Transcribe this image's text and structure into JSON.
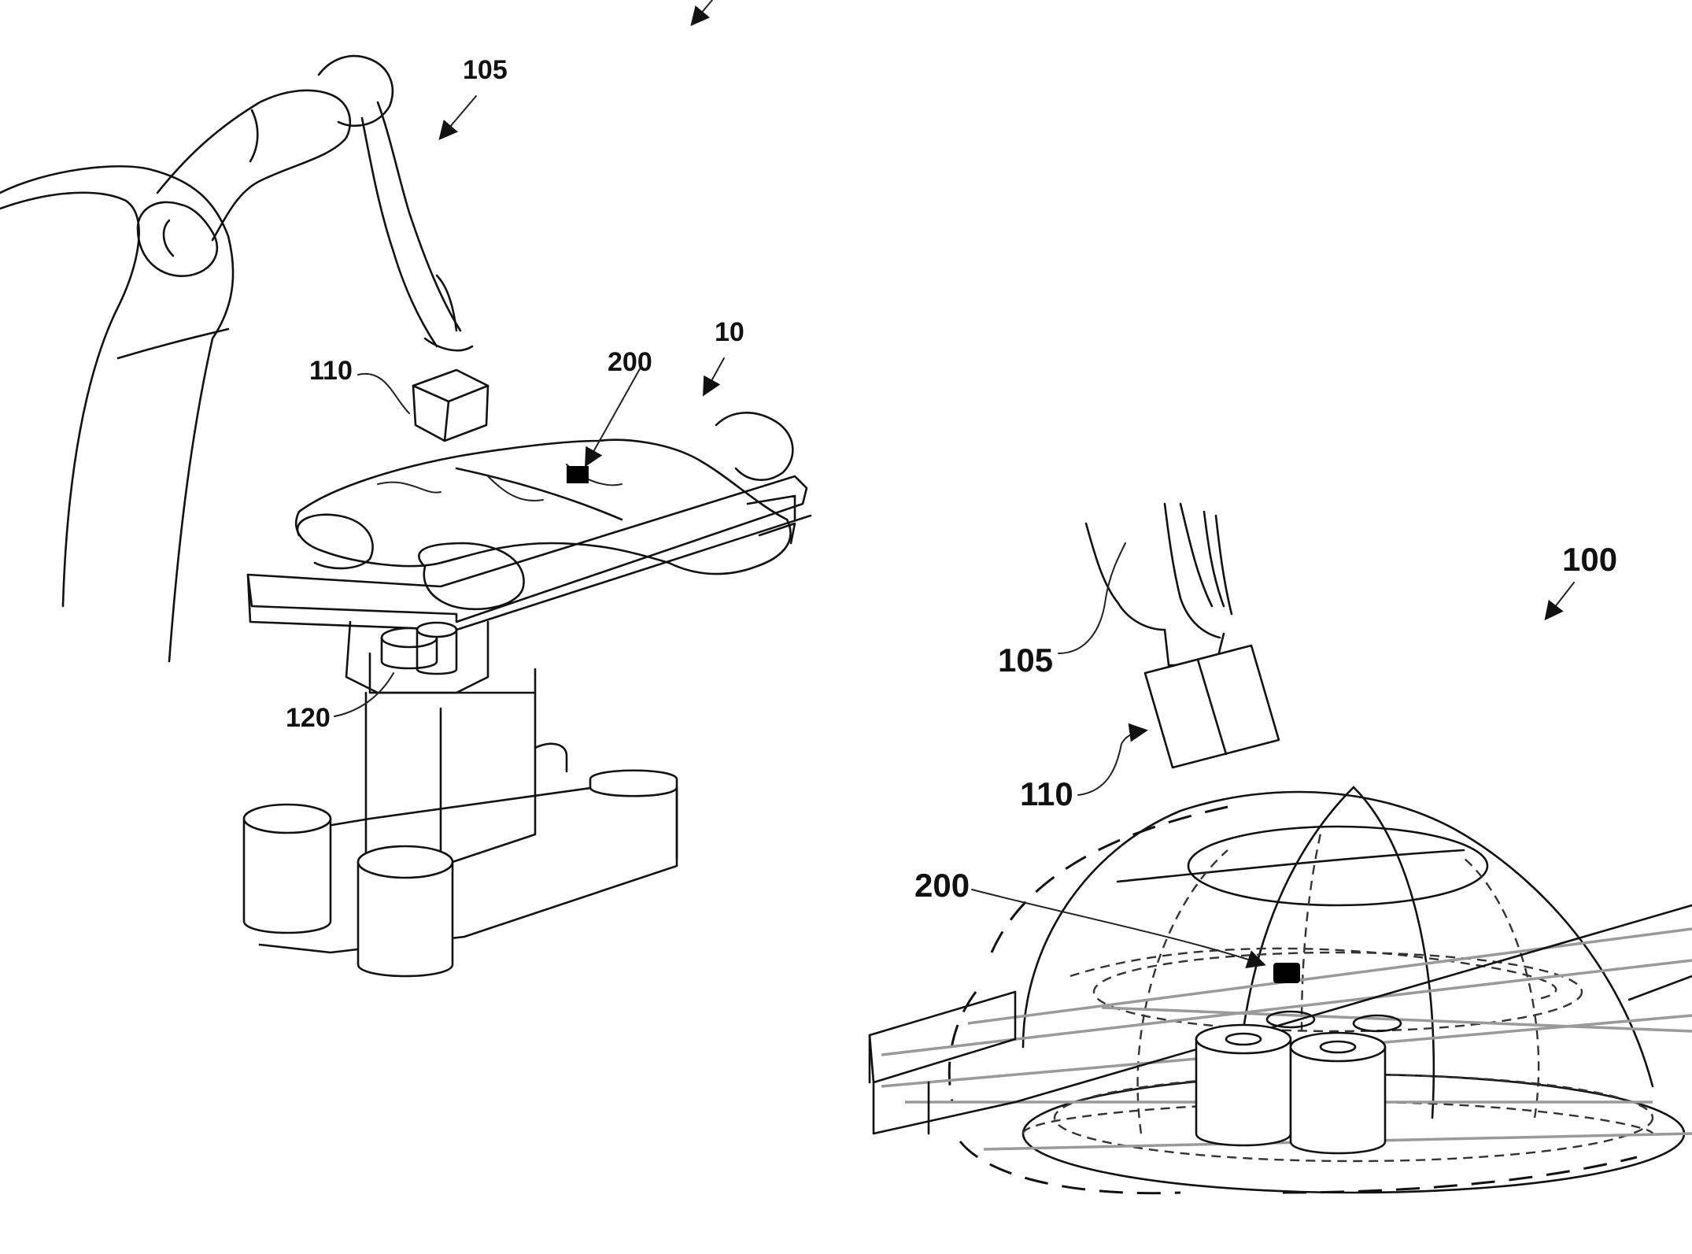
{
  "figure": {
    "colors": {
      "line": "#111111",
      "background": "#ffffff",
      "marker": "#000000",
      "grey_line": "#9a9a9a"
    },
    "left_view": {
      "labels": {
        "arm": "105",
        "sensor_head": "110",
        "marker": "200",
        "patient": "10",
        "base_unit": "120"
      }
    },
    "right_view": {
      "labels": {
        "system": "100",
        "arm": "105",
        "sensor_head": "110",
        "marker": "200"
      }
    }
  }
}
